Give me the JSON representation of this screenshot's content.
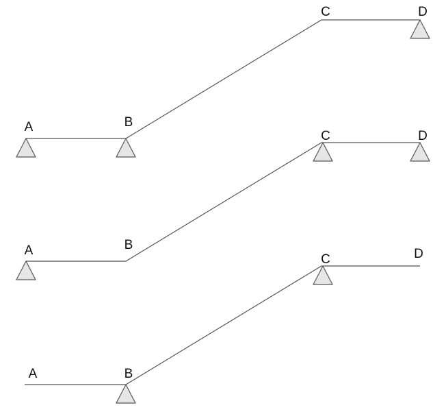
{
  "diagram": {
    "configurations": [
      {
        "nodes": [
          {
            "label": "A",
            "support": true
          },
          {
            "label": "B",
            "support": true
          },
          {
            "label": "C",
            "support": false
          },
          {
            "label": "D",
            "support": true
          }
        ]
      },
      {
        "nodes": [
          {
            "label": "A",
            "support": true
          },
          {
            "label": "B",
            "support": false
          },
          {
            "label": "C",
            "support": true
          },
          {
            "label": "D",
            "support": true
          }
        ]
      },
      {
        "nodes": [
          {
            "label": "A",
            "support": false
          },
          {
            "label": "B",
            "support": true
          },
          {
            "label": "C",
            "support": true
          },
          {
            "label": "D",
            "support": false
          }
        ]
      }
    ]
  }
}
